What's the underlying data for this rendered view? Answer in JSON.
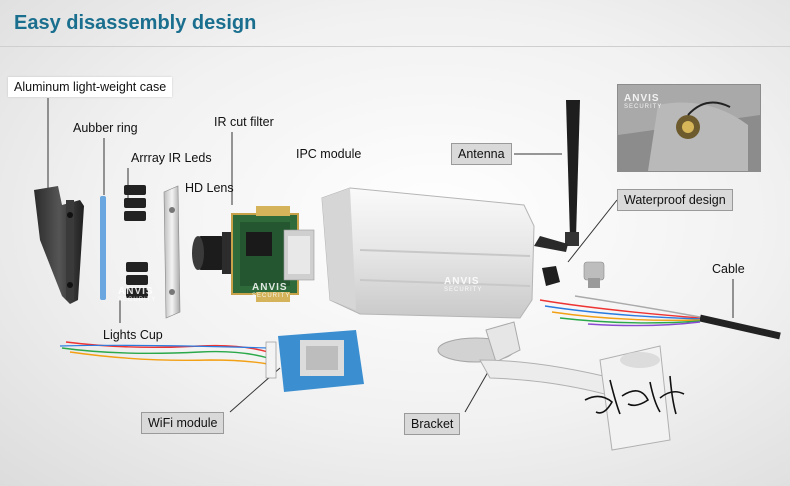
{
  "title": "Easy disassembly design",
  "labels": {
    "case": "Aluminum light-weight case",
    "rubber_ring": "Aubber ring",
    "ir_leds": "Arrray IR Leds",
    "ir_cut_filter": "IR cut filter",
    "hd_lens": "HD Lens",
    "ipc_module": "IPC module",
    "antenna": "Antenna",
    "waterproof": "Waterproof design",
    "cable": "Cable",
    "lights_cup": "Lights Cup",
    "wifi_module": "WiFi module",
    "bracket": "Bracket"
  },
  "watermark": {
    "brand": "ANVIS",
    "sub": "SECURITY"
  },
  "colors": {
    "title": "#1a6f8f",
    "label_box": "#d9d9d9",
    "camera_body": "#ececec",
    "pcb_green": "#2f6b3a",
    "wifi_blue": "#3b8fd1"
  }
}
